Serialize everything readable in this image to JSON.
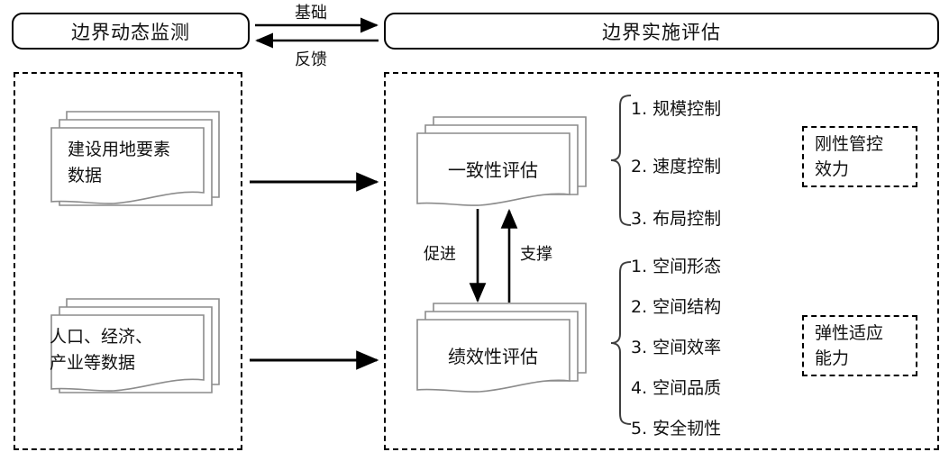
{
  "diagram": {
    "headers": {
      "left": "边界动态监测",
      "right": "边界实施评估"
    },
    "link_labels": {
      "top": "基础",
      "bottom": "反馈"
    },
    "left_panel": {
      "documents": [
        {
          "name": "construction-land-data",
          "text": "建设用地要素\n数据"
        },
        {
          "name": "population-economy-data",
          "text": "人口、经济、\n产业等数据"
        }
      ]
    },
    "right_panel": {
      "evaluations": [
        {
          "name": "consistency-evaluation",
          "title": "一致性评估",
          "items": [
            "1. 规模控制",
            "2. 速度控制",
            "3. 布局控制"
          ],
          "tag": "刚性管控\n效力"
        },
        {
          "name": "performance-evaluation",
          "title": "绩效性评估",
          "items": [
            "1. 空间形态",
            "2. 空间结构",
            "3. 空间效率",
            "4. 空间品质",
            "5. 安全韧性"
          ],
          "tag": "弹性适应\n能力"
        }
      ],
      "inner_labels": {
        "down_arrow": "促进",
        "up_arrow": "支撑"
      }
    },
    "colors": {
      "stroke": "#000000",
      "doc_stroke": "#8c8c8c",
      "background": "#ffffff",
      "text": "#111111"
    }
  }
}
